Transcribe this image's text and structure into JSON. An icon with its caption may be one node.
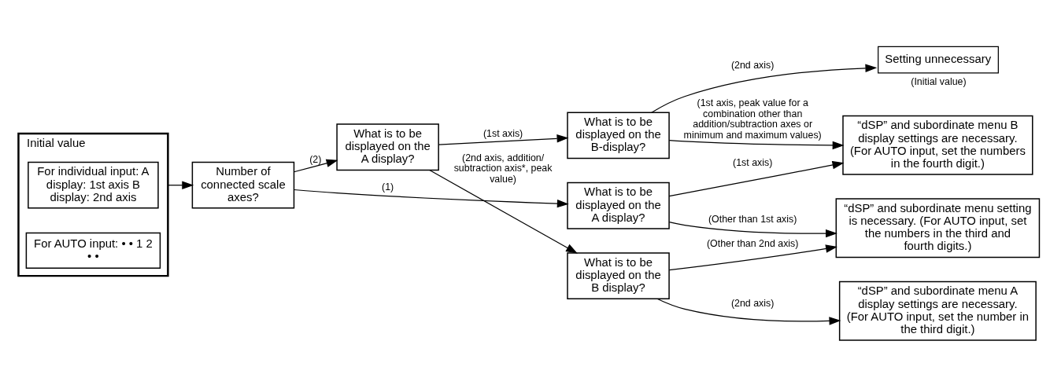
{
  "diagram": {
    "nodes": [
      {
        "text": [
          "Initial value"
        ]
      },
      {
        "text": [
          "For individual input: A display: 1st axis B display: 2nd axis"
        ],
        "in": 0
      },
      {
        "text": [
          "For AUTO input: • • 1 2 • •"
        ],
        "in": 0
      },
      {
        "text": [
          "Number of connected scale axes?"
        ]
      },
      {
        "text": [
          "What is to be displayed on the A display?"
        ]
      },
      {
        "text": [
          "What is to be displayed on the B-display?"
        ]
      },
      {
        "text": [
          "Setting unnecessary"
        ],
        "beside": [
          "(Initial value)"
        ]
      },
      {
        "text": [
          "“dSP” and subordinate menu B display settings are necessary. (For AUTO input, set the numbers in the fourth digit.)"
        ]
      },
      {
        "text": [
          "What is to be displayed on the A display?"
        ]
      },
      {
        "text": [
          "What is to be displayed on the B display?"
        ]
      },
      {
        "text": [
          "“dSP” and subordinate menu A display settings are necessary. (For AUTO input, set the number in the third digit.)"
        ]
      },
      {
        "text": [
          "“dSP” and subordinate menu setting is necessary. (For AUTO input, set the numbers in the third and fourth digits.)"
        ]
      }
    ],
    "edges": [
      {
        "from": 0,
        "to": 3,
        "arrow": "to"
      },
      {
        "from": 3,
        "to": 4,
        "arrow": "to",
        "label": "(2)"
      },
      {
        "from": 3,
        "to": 8,
        "arrow": "to",
        "label": "(1)"
      },
      {
        "from": 4,
        "to": 5,
        "arrow": "to",
        "label": "(1st axis)"
      },
      {
        "from": 4,
        "to": 9,
        "arrow": "to",
        "label": "(2nd axis, addition/ subtraction axis*, peak value)"
      },
      {
        "from": 5,
        "to": 6,
        "arrow": "to",
        "label": "(2nd axis)"
      },
      {
        "from": 5,
        "to": 7,
        "arrow": "to",
        "label": "(1st axis, peak value for a combination other than addition/subtraction axes or minimum and maximum values)"
      },
      {
        "from": 9,
        "to": 10,
        "arrow": "to",
        "label": "(2nd axis)"
      },
      {
        "from": 9,
        "to": 11,
        "arrow": "to",
        "label": "(Other than 2nd axis)"
      },
      {
        "from": 8,
        "to": 7,
        "arrow": "to",
        "label": "(1st axis)"
      },
      {
        "from": 8,
        "to": 11,
        "arrow": "to",
        "label": "(Other than 1st axis)"
      }
    ]
  }
}
